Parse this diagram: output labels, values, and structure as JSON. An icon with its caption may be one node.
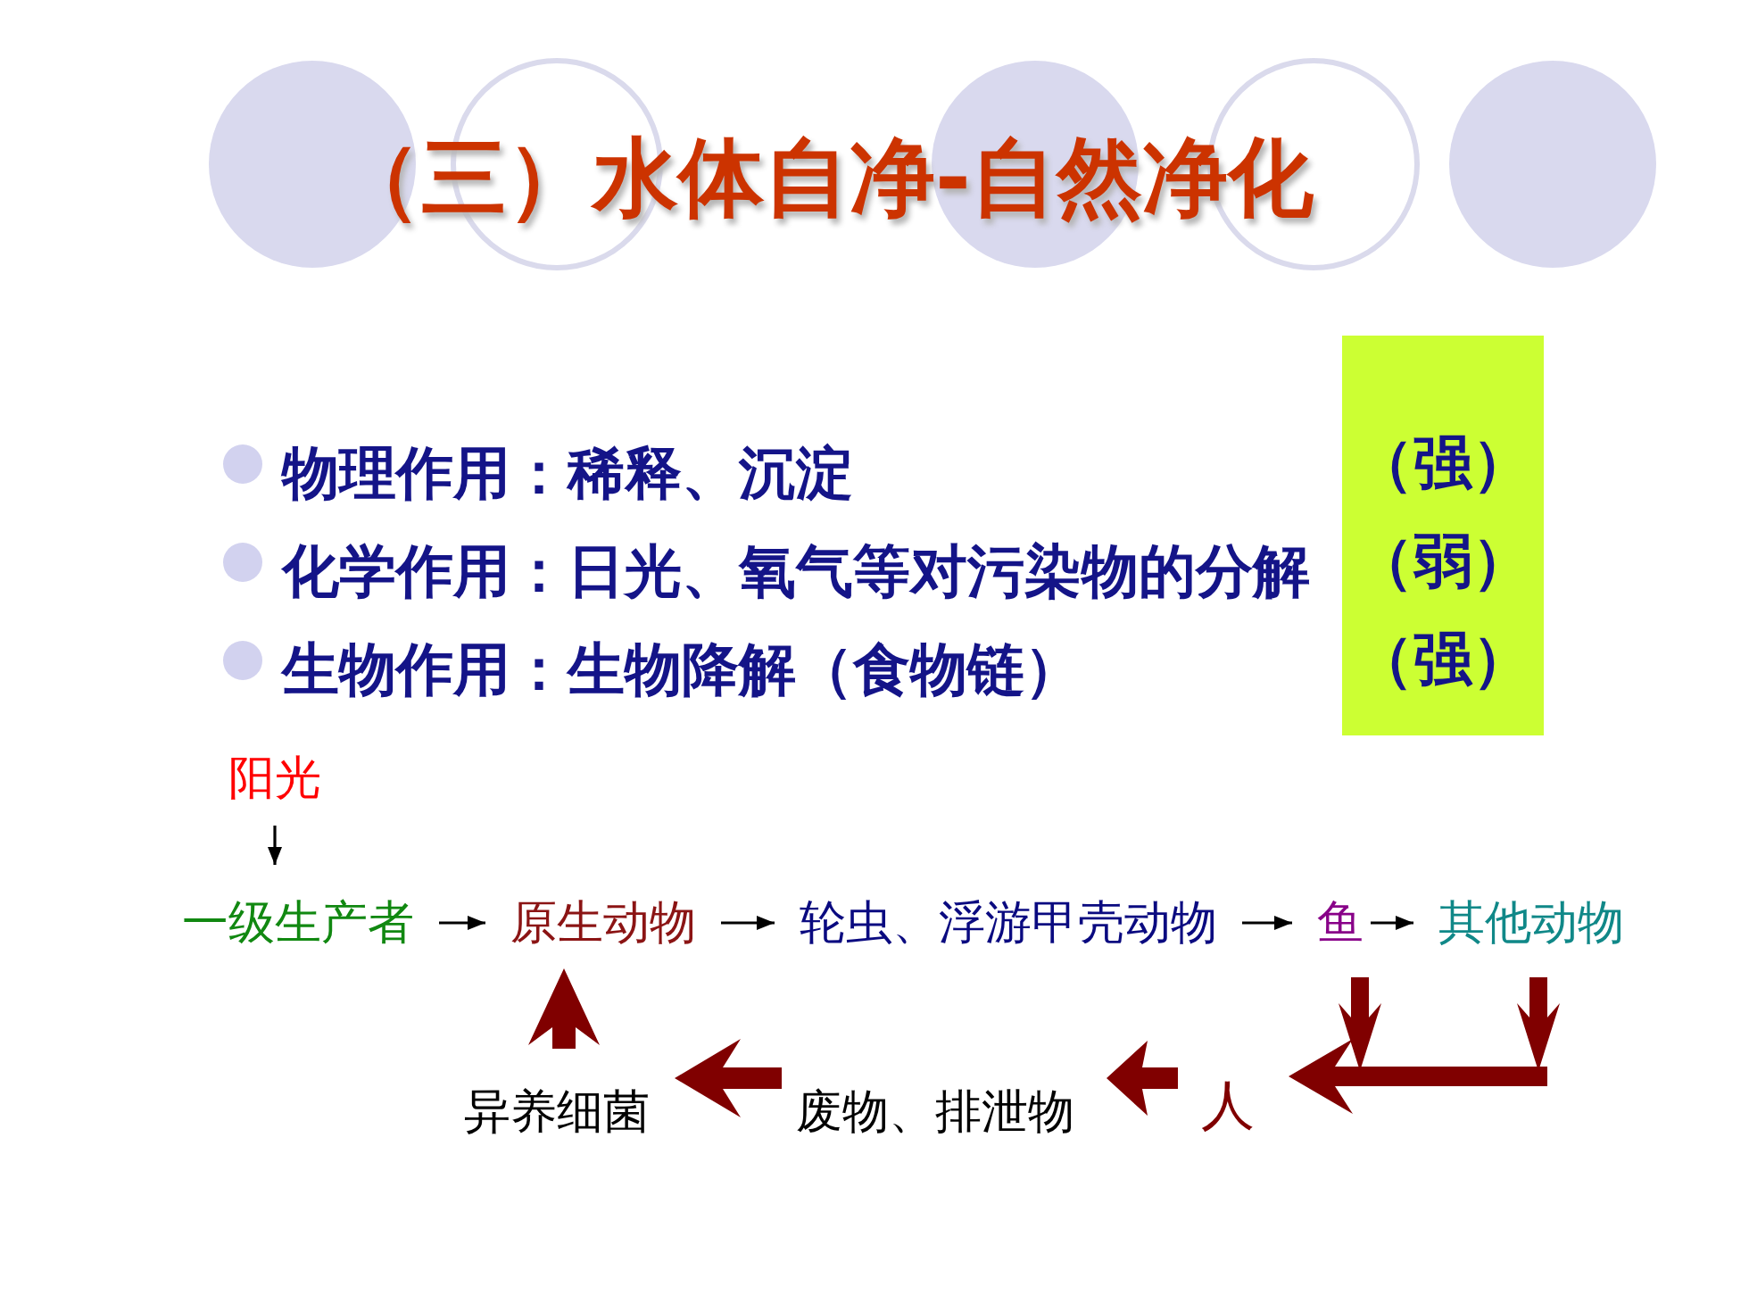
{
  "diagram": {
    "title": "（三）水体自净-自然净化",
    "nodes": [
      {
        "text": [
          "（强）",
          "（弱）",
          "（强）"
        ]
      },
      {
        "text": [
          "阳光"
        ]
      },
      {
        "text": [
          "一级生产者"
        ]
      },
      {
        "text": [
          "原生动物"
        ]
      },
      {
        "text": [
          "轮虫、浮游甲壳动物"
        ]
      },
      {
        "text": [
          "鱼"
        ]
      },
      {
        "text": [
          "其他动物"
        ]
      },
      {
        "text": [
          "异养细菌"
        ]
      },
      {
        "text": [
          "废物、排泄物"
        ]
      },
      {
        "text": [
          "人"
        ]
      }
    ],
    "edges": [
      {
        "from": 1,
        "to": 2,
        "arrow": "to"
      },
      {
        "from": 2,
        "to": 3,
        "arrow": "to"
      },
      {
        "from": 3,
        "to": 4,
        "arrow": "to"
      },
      {
        "from": 4,
        "to": 5,
        "arrow": "to"
      },
      {
        "from": 5,
        "to": 6,
        "arrow": "to"
      },
      {
        "from": 5,
        "to": 9,
        "arrow": "to",
        "style": "thick",
        "color": "#800000"
      },
      {
        "from": 6,
        "to": 9,
        "arrow": "to",
        "style": "thick",
        "color": "#800000"
      },
      {
        "from": 9,
        "to": 8,
        "arrow": "to",
        "style": "thick",
        "color": "#800000"
      },
      {
        "from": 8,
        "to": 7,
        "arrow": "to",
        "style": "thick",
        "color": "#800000"
      },
      {
        "from": 7,
        "to": 3,
        "arrow": "to",
        "style": "thick",
        "color": "#800000"
      }
    ],
    "labels": [
      "物理作用：稀释、沉淀",
      "化学作用：日光、氧气等对污染物的分解",
      "生物作用：生物降解（食物链）"
    ]
  }
}
